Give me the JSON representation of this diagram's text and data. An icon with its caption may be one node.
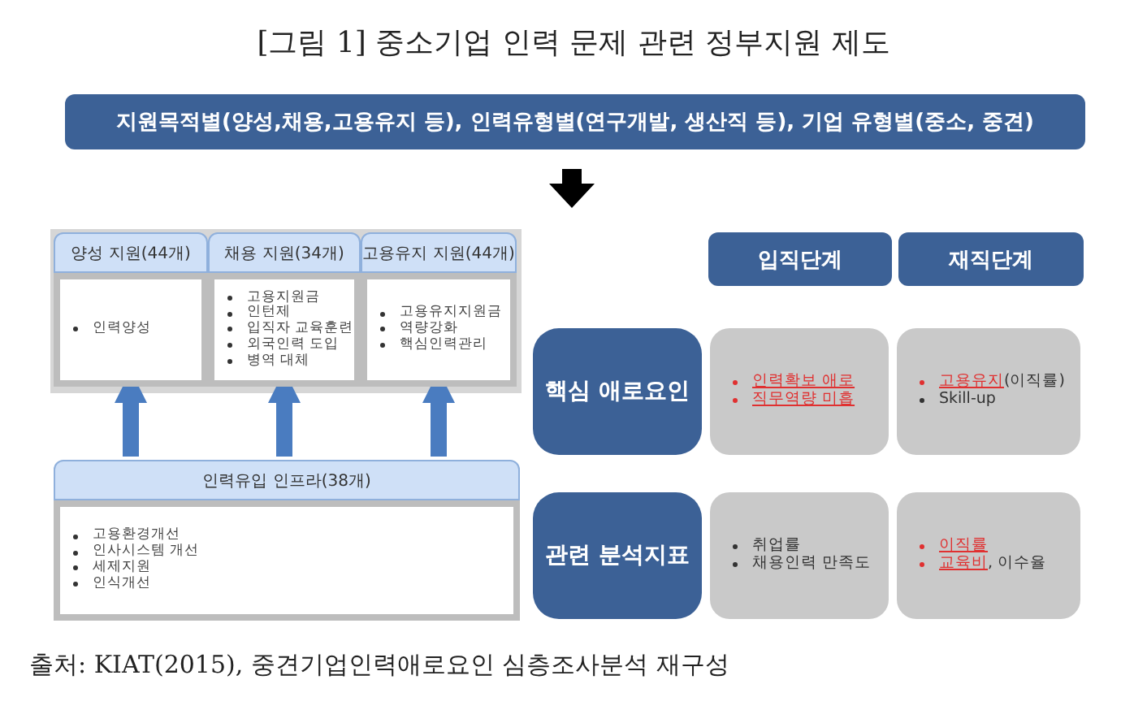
{
  "diagram": {
    "title": "[그림 1] 중소기업 인력 문제 관련 정부지원 제도",
    "caption": "출처: KIAT(2015), 중견기업인력애로요인 심층조사분석 재구성",
    "nodes": [
      {
        "text": [
          "지원목적별(양성,채용,고용유지 등), 인력유형별(연구개발, 생산직 등), 기업 유형별(중소, 중견)"
        ]
      },
      {
        "text": [
          "양성 지원(44개)"
        ]
      },
      {
        "text": [
          "채용 지원(34개)"
        ]
      },
      {
        "text": [
          "고용유지 지원(44개)"
        ]
      },
      {
        "text": [
          "인력양성"
        ]
      },
      {
        "text": [
          "고용지원금",
          "인턴제",
          "입직자 교육훈련",
          "외국인력 도입",
          "병역 대체"
        ]
      },
      {
        "text": [
          "고용유지지원금",
          "역량강화",
          "핵심인력관리"
        ]
      },
      {
        "text": [
          "인력유입 인프라(38개)"
        ]
      },
      {
        "text": [
          "고용환경개선",
          "인사시스템 개선",
          "세제지원",
          "인식개선"
        ]
      },
      {
        "text": [
          "입직단계"
        ]
      },
      {
        "text": [
          "재직단계"
        ]
      },
      {
        "text": [
          "핵심 애로요인"
        ]
      },
      {
        "text": [
          "인력확보 애로",
          "직무역량 미흡"
        ]
      },
      {
        "text": [
          "고용유지(이직률)",
          "Skill-up"
        ]
      },
      {
        "text": [
          "관련 분석지표"
        ]
      },
      {
        "text": [
          "취업률",
          "채용인력 만족도"
        ]
      },
      {
        "text": [
          "이직률",
          "교육비, 이수율"
        ]
      }
    ],
    "edges": [
      {
        "from": 7,
        "to": 4,
        "arrow": "to"
      },
      {
        "from": 7,
        "to": 5,
        "arrow": "to"
      },
      {
        "from": 7,
        "to": 6,
        "arrow": "to"
      }
    ]
  }
}
